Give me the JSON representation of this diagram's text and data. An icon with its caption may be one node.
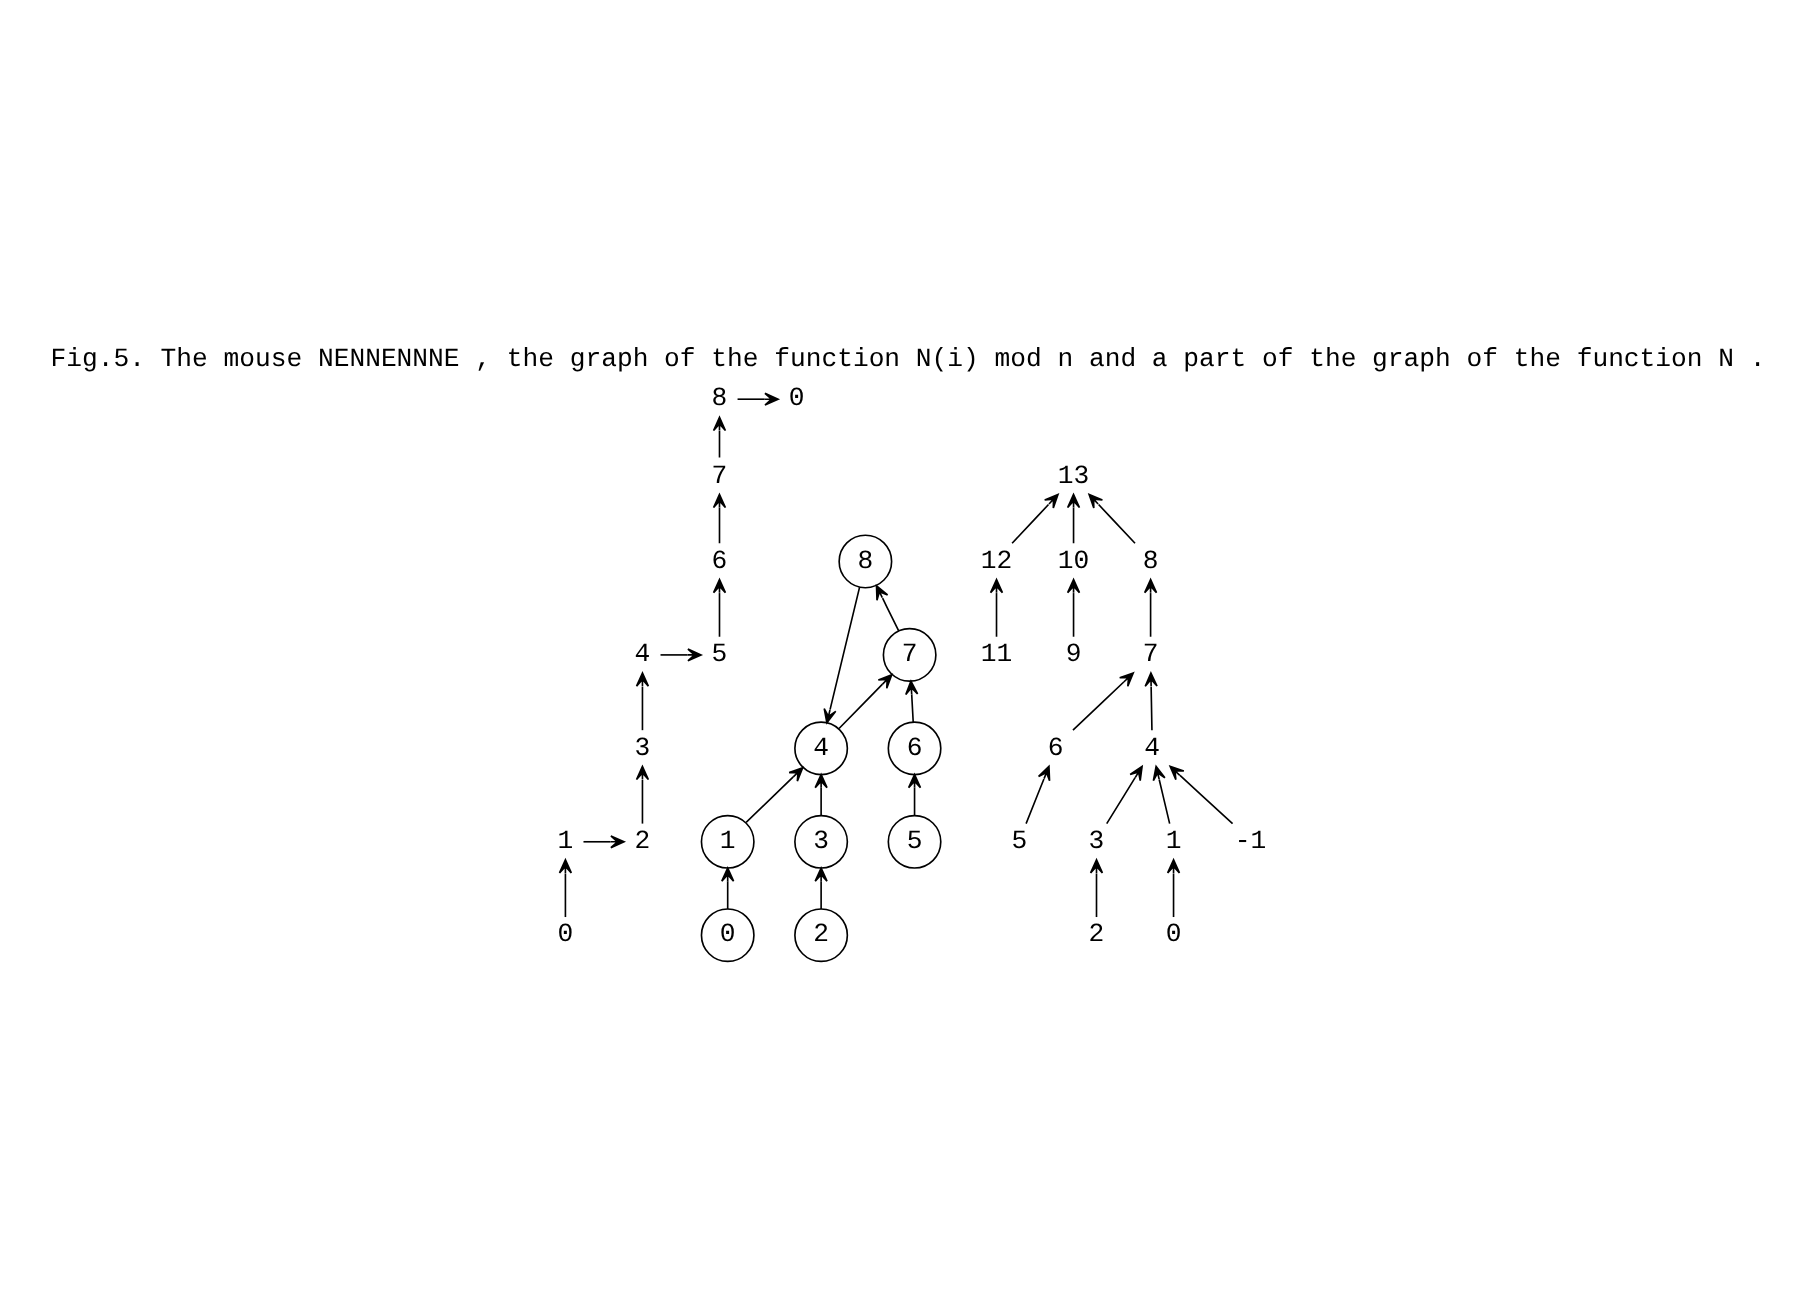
{
  "diagram": {
    "title": "Fig.5. The mouse NENNENNNE , the graph of the function N(i) mod n and a part of the graph of the function N .",
    "nodes": [
      {
        "text": [
          "0"
        ]
      },
      {
        "text": [
          "1"
        ]
      },
      {
        "text": [
          "2"
        ]
      },
      {
        "text": [
          "3"
        ]
      },
      {
        "text": [
          "4"
        ]
      },
      {
        "text": [
          "5"
        ]
      },
      {
        "text": [
          "6"
        ]
      },
      {
        "text": [
          "7"
        ]
      },
      {
        "text": [
          "8"
        ]
      },
      {
        "text": [
          "0"
        ]
      },
      {
        "text": [
          "0"
        ]
      },
      {
        "text": [
          "2"
        ]
      },
      {
        "text": [
          "5"
        ]
      },
      {
        "text": [
          "1"
        ]
      },
      {
        "text": [
          "3"
        ]
      },
      {
        "text": [
          "6"
        ]
      },
      {
        "text": [
          "4"
        ]
      },
      {
        "text": [
          "7"
        ]
      },
      {
        "text": [
          "8"
        ]
      },
      {
        "text": [
          "13"
        ]
      },
      {
        "text": [
          "12"
        ]
      },
      {
        "text": [
          "10"
        ]
      },
      {
        "text": [
          "11"
        ]
      },
      {
        "text": [
          "8"
        ]
      },
      {
        "text": [
          "9"
        ]
      },
      {
        "text": [
          "7"
        ]
      },
      {
        "text": [
          "6"
        ]
      },
      {
        "text": [
          "4"
        ]
      },
      {
        "text": [
          "5"
        ]
      },
      {
        "text": [
          "3"
        ]
      },
      {
        "text": [
          "1"
        ]
      },
      {
        "text": [
          "2"
        ]
      },
      {
        "text": [
          "-1"
        ]
      },
      {
        "text": [
          "0"
        ]
      }
    ],
    "edges": [
      {
        "from": 0,
        "to": 1,
        "arrow": "to"
      },
      {
        "from": 1,
        "to": 2,
        "arrow": "to"
      },
      {
        "from": 2,
        "to": 3,
        "arrow": "to"
      },
      {
        "from": 3,
        "to": 4,
        "arrow": "to"
      },
      {
        "from": 4,
        "to": 5,
        "arrow": "to"
      },
      {
        "from": 5,
        "to": 6,
        "arrow": "to"
      },
      {
        "from": 6,
        "to": 7,
        "arrow": "to"
      },
      {
        "from": 7,
        "to": 8,
        "arrow": "to"
      },
      {
        "from": 8,
        "to": 9,
        "arrow": "to"
      },
      {
        "from": 10,
        "to": 13,
        "arrow": "to"
      },
      {
        "from": 11,
        "to": 14,
        "arrow": "to"
      },
      {
        "from": 12,
        "to": 15,
        "arrow": "to"
      },
      {
        "from": 13,
        "to": 16,
        "arrow": "to"
      },
      {
        "from": 14,
        "to": 16,
        "arrow": "to"
      },
      {
        "from": 15,
        "to": 17,
        "arrow": "to"
      },
      {
        "from": 16,
        "to": 17,
        "arrow": "to"
      },
      {
        "from": 17,
        "to": 18,
        "arrow": "to"
      },
      {
        "from": 18,
        "to": 16,
        "arrow": "to"
      },
      {
        "from": 23,
        "to": 19,
        "arrow": "to"
      },
      {
        "from": 21,
        "to": 19,
        "arrow": "to"
      },
      {
        "from": 20,
        "to": 19,
        "arrow": "to"
      },
      {
        "from": 22,
        "to": 20,
        "arrow": "to"
      },
      {
        "from": 24,
        "to": 21,
        "arrow": "to"
      },
      {
        "from": 25,
        "to": 23,
        "arrow": "to"
      },
      {
        "from": 26,
        "to": 25,
        "arrow": "to"
      },
      {
        "from": 27,
        "to": 25,
        "arrow": "to"
      },
      {
        "from": 28,
        "to": 26,
        "arrow": "to"
      },
      {
        "from": 29,
        "to": 27,
        "arrow": "to"
      },
      {
        "from": 30,
        "to": 27,
        "arrow": "to"
      },
      {
        "from": 32,
        "to": 27,
        "arrow": "to"
      },
      {
        "from": 31,
        "to": 29,
        "arrow": "to"
      },
      {
        "from": 33,
        "to": 30,
        "arrow": "to"
      }
    ]
  }
}
